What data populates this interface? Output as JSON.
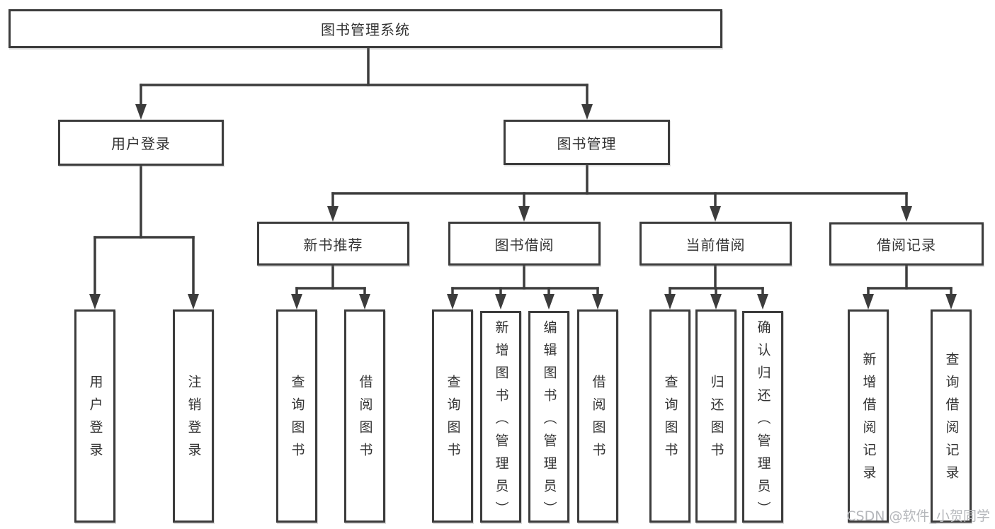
{
  "tree": {
    "label": "图书管理系统",
    "children": [
      {
        "label": "用户登录",
        "children": [
          {
            "label": "用户登录"
          },
          {
            "label": "注销登录"
          }
        ]
      },
      {
        "label": "图书管理",
        "children": [
          {
            "label": "新书推荐",
            "children": [
              {
                "label": "查询图书"
              },
              {
                "label": "借阅图书"
              }
            ]
          },
          {
            "label": "图书借阅",
            "children": [
              {
                "label": "查询图书"
              },
              {
                "label": "新增图书（管理员）"
              },
              {
                "label": "编辑图书（管理员）"
              },
              {
                "label": "借阅图书"
              }
            ]
          },
          {
            "label": "当前借阅",
            "children": [
              {
                "label": "查询图书"
              },
              {
                "label": "归还图书"
              },
              {
                "label": "确认归还（管理员）"
              }
            ]
          },
          {
            "label": "借阅记录",
            "children": [
              {
                "label": "新增借阅记录"
              },
              {
                "label": "查询借阅记录"
              }
            ]
          }
        ]
      }
    ]
  },
  "watermark": {
    "text": "CSDN @软件_小贺同学",
    "color": "#b5b7bb"
  },
  "colors": {
    "line": "#3c3c3c",
    "box_border": "#3c3c3c",
    "box_background": "#ffffff",
    "text": "#333333",
    "page_background": "#ffffff"
  }
}
